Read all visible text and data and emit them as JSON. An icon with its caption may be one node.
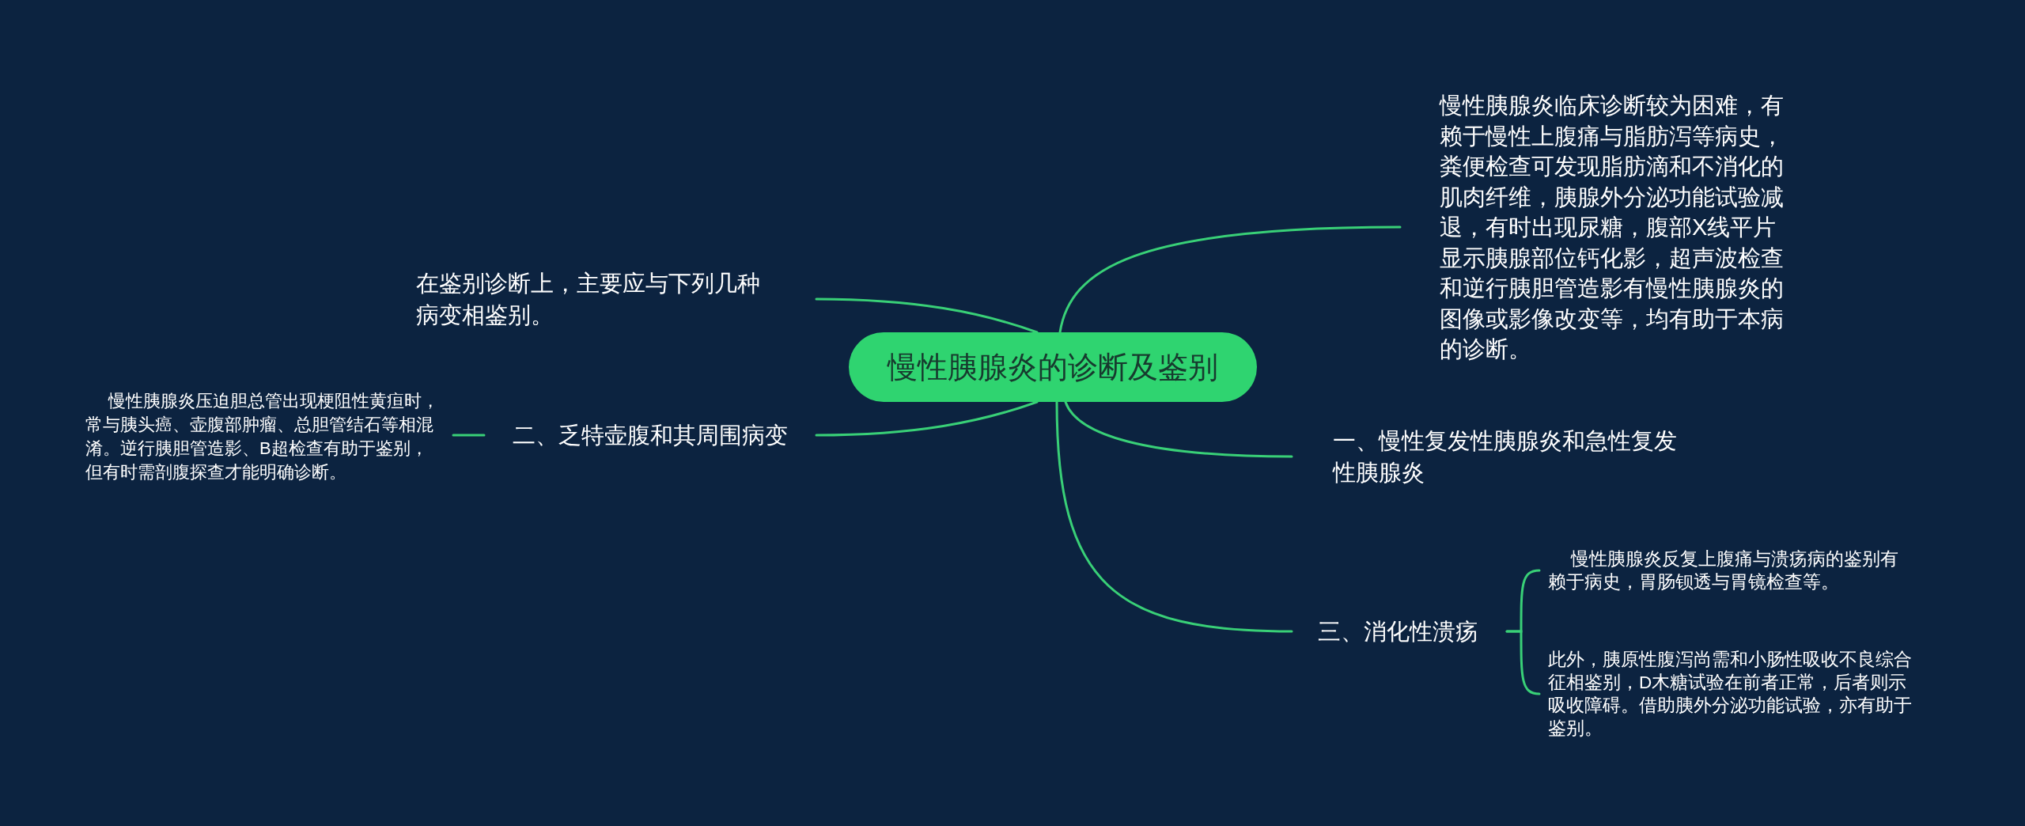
{
  "diagram": {
    "nodes": [
      {
        "text": [
          "慢性胰腺炎的诊断及鉴别"
        ]
      },
      {
        "text": [
          "慢性胰腺炎临床诊断较为困难，有赖于慢性上腹痛与脂肪泻等病史，粪便检查可发现脂肪滴和不消化的肌肉纤维，胰腺外分泌功能试验减退，有时出现尿糖，腹部X线平片显示胰腺部位钙化影，超声波检查和逆行胰胆管造影有慢性胰腺炎的图像或影像改变等，均有助于本病的诊断。"
        ]
      },
      {
        "text": [
          "在鉴别诊断上，主要应与下列几种病变相鉴别。"
        ]
      },
      {
        "text": [
          "二、乏特壶腹和其周围病变"
        ]
      },
      {
        "text": [
          "慢性胰腺炎压迫胆总管出现梗阻性黄疸时，常与胰头癌、壶腹部肿瘤、总胆管结石等相混淆。逆行胰胆管造影、B超检查有助于鉴别，但有时需剖腹探查才能明确诊断。"
        ]
      },
      {
        "text": [
          "一、慢性复发性胰腺炎和急性复发性胰腺炎"
        ]
      },
      {
        "text": [
          "三、消化性溃疡"
        ]
      },
      {
        "text": [
          "慢性胰腺炎反复上腹痛与溃疡病的鉴别有赖于病史，胃肠钡透与胃镜检查等。"
        ]
      },
      {
        "text": [
          "此外，胰原性腹泻尚需和小肠性吸收不良综合征相鉴别，D木糖试验在前者正常，后者则示吸收障碍。借助胰外分泌功能试验，亦有助于鉴别。"
        ]
      }
    ],
    "edges": [
      {
        "from": 0,
        "to": 1,
        "arrow": "none"
      },
      {
        "from": 0,
        "to": 2,
        "arrow": "none"
      },
      {
        "from": 0,
        "to": 3,
        "arrow": "none"
      },
      {
        "from": 3,
        "to": 4,
        "arrow": "none"
      },
      {
        "from": 0,
        "to": 5,
        "arrow": "none"
      },
      {
        "from": 0,
        "to": 6,
        "arrow": "none"
      },
      {
        "from": 6,
        "to": 7,
        "arrow": "none"
      },
      {
        "from": 6,
        "to": 8,
        "arrow": "none"
      }
    ]
  }
}
